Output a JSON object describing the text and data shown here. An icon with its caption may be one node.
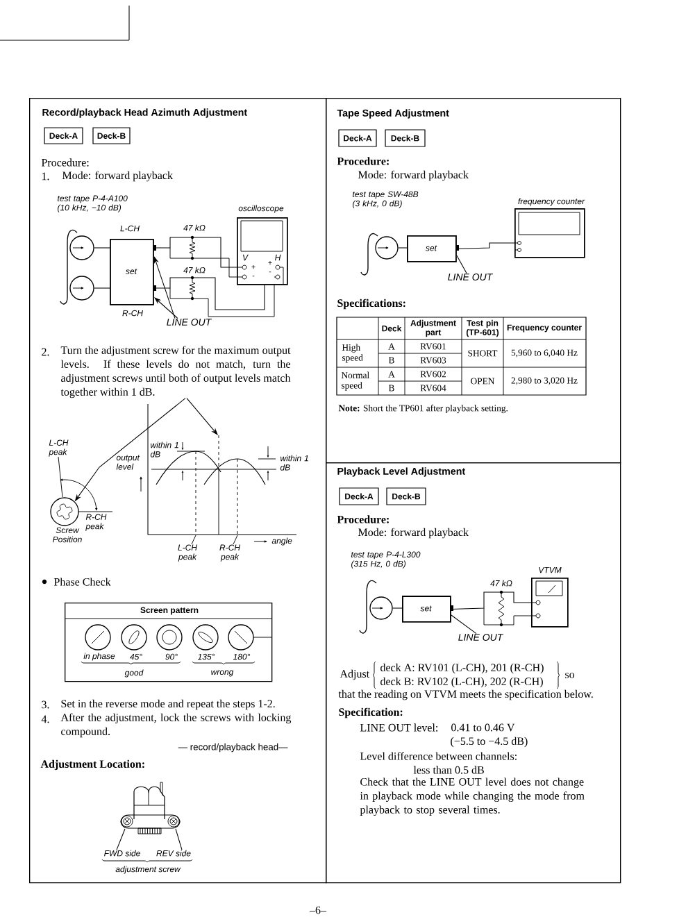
{
  "diagram": {
    "nodes": [
      {
        "text": [
          "Record/playback Head Azimuth Adjustment"
        ]
      },
      {
        "text": [
          "Deck-A"
        ],
        "in": 0
      },
      {
        "text": [
          "Deck-B"
        ],
        "in": 0
      },
      {
        "text": [],
        "shape": "circle",
        "in": 0
      },
      {
        "text": [],
        "shape": "circle",
        "in": 0
      },
      {
        "text": [
          "set"
        ],
        "in": 0
      },
      {
        "text": [
          "oscilloscope"
        ],
        "in": 0
      },
      {
        "text": [
          "LINE OUT"
        ],
        "in": 0
      },
      {
        "text": [
          "Turn the adjustment screw for the maximum output levels. If these levels do not match, turn the adjustment screws until both of output levels match together within 1 dB."
        ],
        "in": 0
      },
      {
        "text": [],
        "shape": "circle",
        "beside": [
          "Screw Position"
        ],
        "in": 0
      },
      {
        "text": [
          "Screen pattern"
        ],
        "in": 0
      },
      {
        "text": [
          "FWD side"
        ],
        "in": 0
      },
      {
        "text": [
          "REV side"
        ],
        "in": 0
      },
      {
        "text": [
          "Tape Speed Adjustment"
        ]
      },
      {
        "text": [
          "Deck-A"
        ],
        "in": 13
      },
      {
        "text": [
          "Deck-B"
        ],
        "in": 13
      },
      {
        "text": [],
        "shape": "circle",
        "in": 13
      },
      {
        "text": [
          "set"
        ],
        "in": 13
      },
      {
        "text": [
          "frequency counter"
        ],
        "in": 13
      },
      {
        "text": [
          "LINE OUT"
        ],
        "in": 13
      },
      {
        "text": [
          "Playback Level Adjustment"
        ]
      },
      {
        "text": [
          "Deck-A"
        ],
        "in": 20
      },
      {
        "text": [
          "Deck-B"
        ],
        "in": 20
      },
      {
        "text": [],
        "shape": "circle",
        "in": 20
      },
      {
        "text": [
          "set"
        ],
        "in": 20
      },
      {
        "text": [
          "VTVM"
        ],
        "in": 20
      },
      {
        "text": [
          "LINE OUT"
        ],
        "in": 20
      },
      {
        "text": [],
        "shape": "picture",
        "in": 0
      }
    ],
    "edges": [
      {
        "from": 3,
        "to": 5,
        "arrow": "none"
      },
      {
        "from": 4,
        "to": 5,
        "arrow": "none"
      },
      {
        "from": 5,
        "to": 6,
        "arrow": "none"
      },
      {
        "from": 5,
        "to": 6,
        "arrow": "none"
      },
      {
        "from": 7,
        "to": 5,
        "arrow": "to"
      },
      {
        "from": 7,
        "to": 5,
        "arrow": "to"
      },
      {
        "from": 8,
        "to": 9,
        "arrow": "to"
      },
      {
        "from": 8,
        "to": null,
        "arrow": "to"
      },
      {
        "from": 11,
        "to": 27,
        "arrow": "none"
      },
      {
        "from": 12,
        "to": 27,
        "arrow": "none"
      },
      {
        "from": 16,
        "to": 17,
        "arrow": "none"
      },
      {
        "from": 17,
        "to": 18,
        "arrow": "none"
      },
      {
        "from": 19,
        "to": 17,
        "arrow": "none"
      },
      {
        "from": 23,
        "to": 24,
        "arrow": "none"
      },
      {
        "from": 24,
        "to": 25,
        "arrow": "none"
      },
      {
        "from": 26,
        "to": 24,
        "arrow": "none"
      }
    ],
    "labels": [
      "Procedure:",
      "1.",
      "Mode: forward playback",
      "test tape P-4-A100 (10 kHz, −10 dB)",
      "L-CH",
      "47 kΩ",
      "V",
      "+",
      "H",
      "+",
      "-",
      "-",
      "47 kΩ",
      "R-CH",
      "2.",
      "L-CH peak",
      "within 1 dB",
      "output level",
      "within 1 dB",
      "R-CH peak",
      "angle",
      "L-CH peak",
      "R-CH peak",
      "Phase Check",
      "in phase",
      "45°",
      "90°",
      "135°",
      "180°",
      "good",
      "wrong",
      "3.",
      "Set in the reverse mode and repeat the steps 1-2.",
      "4.",
      "After the adjustment, lock the screws with locking compound.",
      "— record/playback head—",
      "Adjustment Location:",
      "adjustment screw",
      "Procedure:",
      "Mode: forward playback",
      "test tape SW-48B (3 kHz, 0 dB)",
      "Specifications:",
      "Deck",
      "Adjustment part",
      "Test pin (TP-601)",
      "Frequency counter",
      "High speed",
      "A",
      "RV601",
      "SHORT",
      "5,960 to 6,040 Hz",
      "B",
      "RV603",
      "Normal speed",
      "A",
      "RV602",
      "OPEN",
      "2,980 to 3,020 Hz",
      "B",
      "RV604",
      "**Note:** Short the TP601 after playback setting.",
      "Procedure:",
      "Mode: forward playback",
      "test tape P-4-L300 (315 Hz, 0 dB)",
      "47 kΩ",
      "Adjust",
      "deck A: RV101 (L-CH), 201 (R-CH)",
      "deck B: RV102 (L-CH), 202 (R-CH)",
      "so",
      "that the reading on VTVM meets the specification below.",
      "Specification:",
      "LINE OUT level:",
      "0.41 to 0.46 V",
      "(−5.5 to −4.5 dB)",
      "Level difference between channels:",
      "less than 0.5 dB",
      "Check that the LINE OUT level does not change in playback mode while changing the mode from playback to stop several times.",
      "–6–"
    ]
  }
}
